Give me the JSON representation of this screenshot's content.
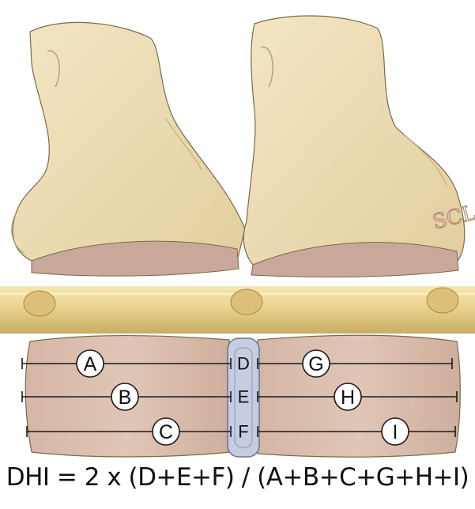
{
  "figure": {
    "labels": {
      "a": "A",
      "b": "B",
      "c": "C",
      "d": "D",
      "e": "E",
      "f": "F",
      "g": "G",
      "h": "H",
      "i": "I"
    },
    "signature": "SCL",
    "formula": "DHI = 2 x (D+E+F) / (A+B+C+G+H+I)"
  },
  "colors": {
    "bone": "#eedfb8",
    "bone_shadow": "#d8c596",
    "endplate": "#c9a89a",
    "vertebral_body": "#d9bcae",
    "ligament": "#e7cf8b",
    "disc": "#c6cde0",
    "line": "#1a1a1a"
  }
}
